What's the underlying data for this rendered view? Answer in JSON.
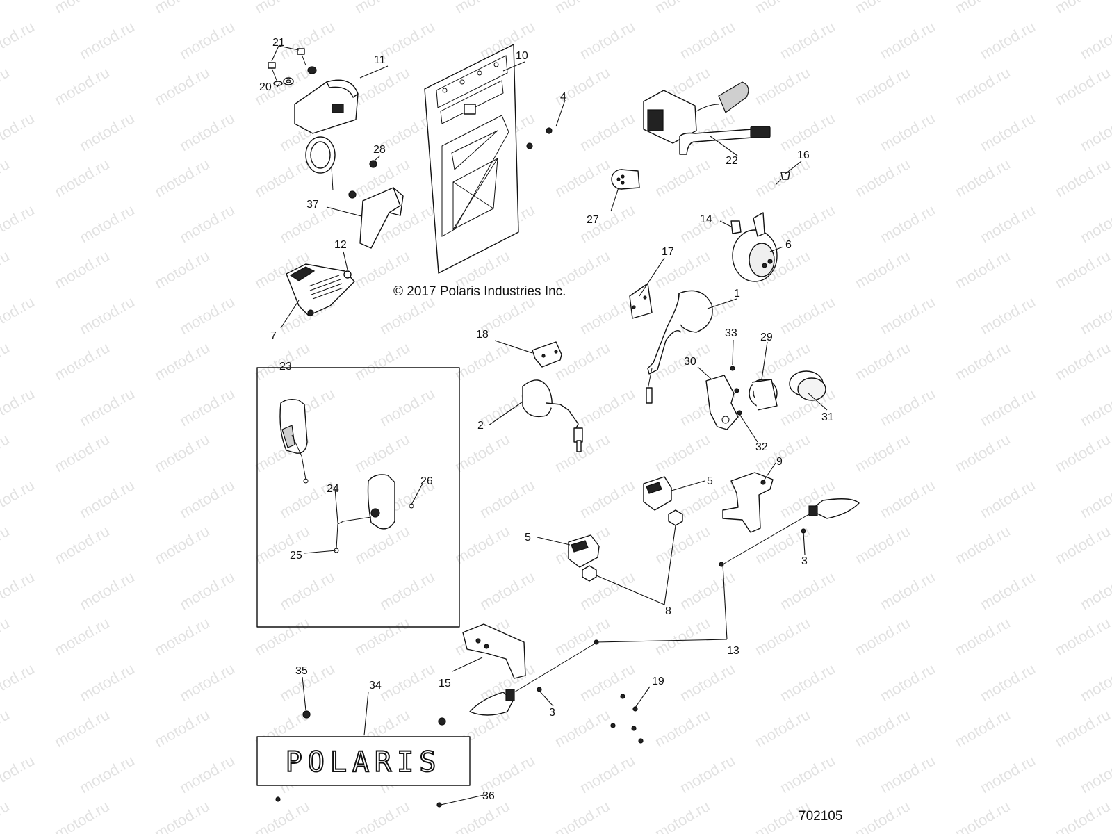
{
  "copyright": "© 2017  Polaris Industries Inc.",
  "drawing_number": "702105",
  "watermark_text": "motod.ru",
  "plate_lettering": "POLARIS",
  "callouts": [
    "1",
    "2",
    "3",
    "3",
    "4",
    "5",
    "5",
    "6",
    "7",
    "8",
    "9",
    "10",
    "11",
    "12",
    "13",
    "14",
    "15",
    "16",
    "17",
    "18",
    "19",
    "20",
    "21",
    "22",
    "23",
    "24",
    "25",
    "26",
    "27",
    "28",
    "29",
    "30",
    "31",
    "32",
    "33",
    "34",
    "35",
    "36",
    "37"
  ],
  "colors": {
    "line": "#111111",
    "background": "#ffffff",
    "watermark": "#9a9a9a"
  }
}
